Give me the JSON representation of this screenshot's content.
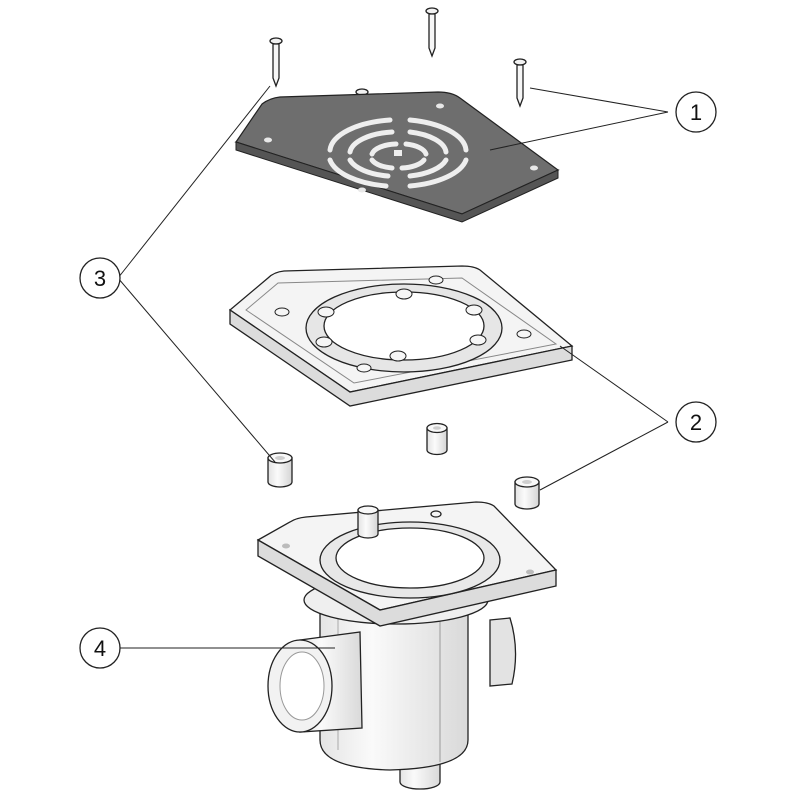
{
  "callouts": [
    {
      "id": "1",
      "label": "1"
    },
    {
      "id": "2",
      "label": "2"
    },
    {
      "id": "3",
      "label": "3"
    },
    {
      "id": "4",
      "label": "4"
    }
  ],
  "parts": [
    {
      "callout": "1",
      "name": "grate-with-screws"
    },
    {
      "callout": "2",
      "name": "frame"
    },
    {
      "callout": "3",
      "name": "screws-and-spacers"
    },
    {
      "callout": "4",
      "name": "drain-body"
    }
  ],
  "colors": {
    "grate": "#6e6e6e",
    "part_light": "#f4f4f4",
    "part_shade": "#dedede",
    "outline": "#222222",
    "background": "#ffffff"
  }
}
